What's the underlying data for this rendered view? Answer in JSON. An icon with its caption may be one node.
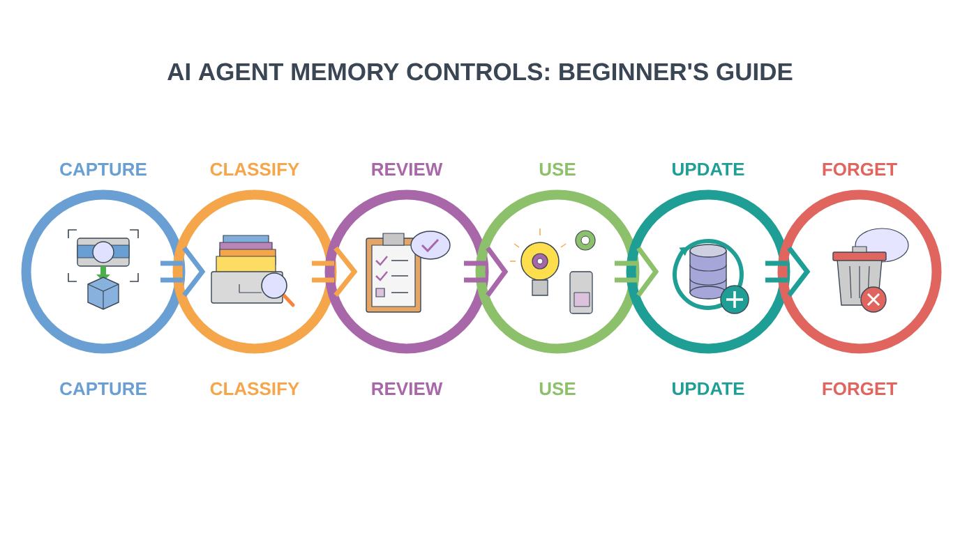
{
  "diagram": {
    "title": "AI AGENT MEMORY CONTROLS: BEGINNER'S GUIDE",
    "nodes": [
      {
        "text": [
          "CAPTURE"
        ],
        "beside": [
          "CAPTURE"
        ]
      },
      {
        "text": [
          "CLASSIFY"
        ],
        "beside": [
          "CLASSIFY"
        ]
      },
      {
        "text": [
          "REVIEW"
        ],
        "beside": [
          "REVIEW"
        ]
      },
      {
        "text": [
          "USE"
        ],
        "beside": [
          "USE"
        ]
      },
      {
        "text": [
          "UPDATE"
        ],
        "beside": [
          "UPDATE"
        ]
      },
      {
        "text": [
          "FORGET"
        ],
        "beside": [
          "FORGET"
        ]
      }
    ],
    "edges": [
      {
        "from": 0,
        "to": 1,
        "arrow": "to",
        "color": "#6a9fd4"
      },
      {
        "from": 1,
        "to": 2,
        "arrow": "to",
        "color": "#f5a54a"
      },
      {
        "from": 2,
        "to": 3,
        "arrow": "to",
        "color": "#a867a8"
      },
      {
        "from": 3,
        "to": 4,
        "arrow": "to",
        "color": "#8cc06a"
      },
      {
        "from": 4,
        "to": 5,
        "arrow": "to",
        "color": "#1f9e96"
      }
    ]
  }
}
